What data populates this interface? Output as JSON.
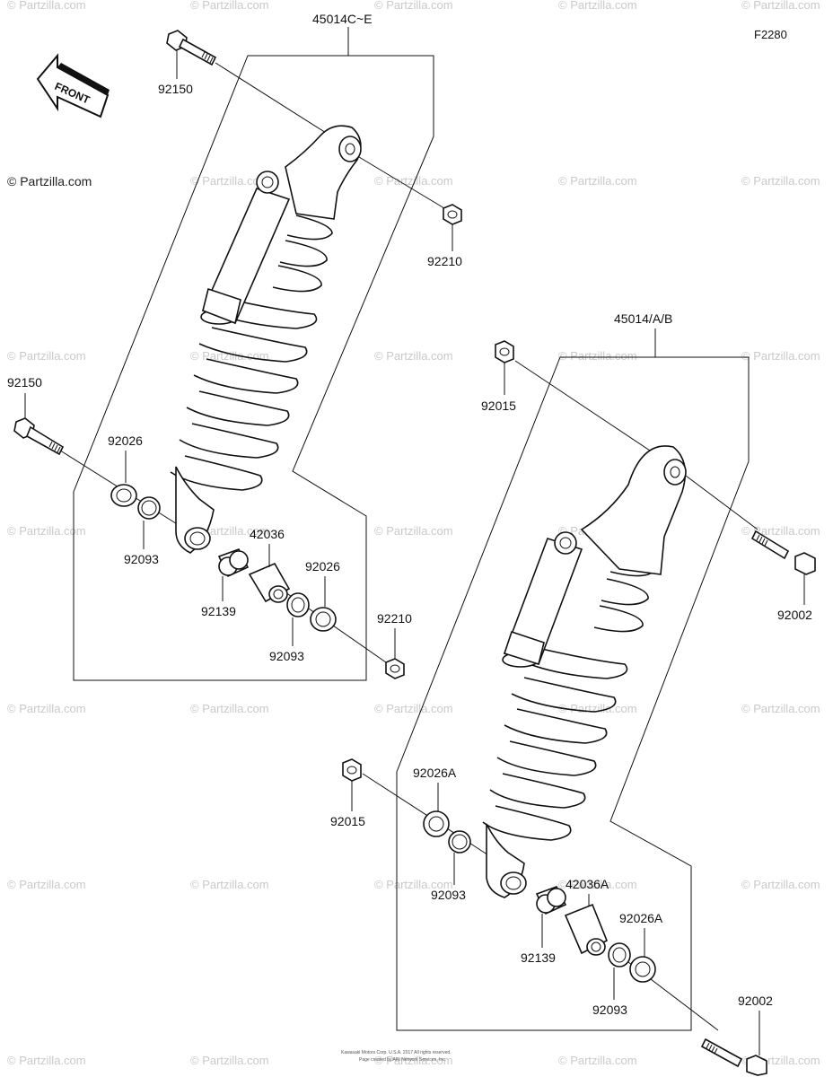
{
  "figure_code": "F2280",
  "front_label": "FRONT",
  "copyright_label": "© Partzilla.com",
  "watermark_text": "© Partzilla.com",
  "footer_lines": [
    "Kawasaki Motors Corp. U.S.A. 2017 All rights reserved.",
    "Page created by ARI Network Services, Inc."
  ],
  "assemblies": {
    "left_assembly": "45014C~E",
    "right_assembly": "45014/A/B"
  },
  "part_labels": {
    "bolt_top_left": "92150",
    "nut_top_left": "92210",
    "bolt_mid_left": "92150",
    "washer_left_a": "92026",
    "seal_left_a": "92093",
    "bushing_left": "92139",
    "collar_left": "42036",
    "washer_left_b": "92026",
    "seal_left_b": "92093",
    "nut_bottom_left": "92210",
    "nut_top_right": "92015",
    "bolt_right_upper": "92002",
    "nut_mid_right": "92015",
    "washer_right_a": "92026A",
    "seal_right_a": "92093",
    "bushing_right": "92139",
    "collar_right": "42036A",
    "washer_right_b": "92026A",
    "seal_right_b": "92093",
    "bolt_right_lower": "92002"
  }
}
